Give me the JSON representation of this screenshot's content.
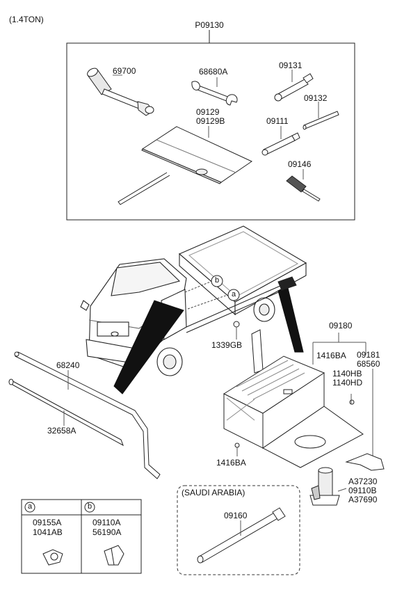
{
  "header": {
    "model": "(1.4TON)"
  },
  "toolkit": {
    "kit_no": "P09130",
    "parts": {
      "handle": "69700",
      "wrench": "68680A",
      "bag_line1": "09129",
      "bag_line2": "09129B",
      "extension": "09131",
      "bar": "09132",
      "rod": "09111",
      "screwdriver": "09146"
    }
  },
  "vehicle": {
    "callout_a": "a",
    "callout_b": "b"
  },
  "tools_loose": {
    "upper_rod": "68240",
    "lower_rod": "32658A"
  },
  "box": {
    "assy": "09180",
    "bolt_top": "1339GB",
    "screw_box": "1416BA",
    "bracket_line1": "09181",
    "bracket_line2": "68560",
    "bolt_line1": "1140HB",
    "bolt_line2": "1140HD",
    "screw_bottom": "1416BA",
    "jack_line1": "A37230",
    "jack_line2": "09110B",
    "jack_line3": "A37690"
  },
  "legend": [
    {
      "letter": "a",
      "line1": "09155A",
      "line2": "1041AB"
    },
    {
      "letter": "b",
      "line1": "09110A",
      "line2": "56190A"
    }
  ],
  "saudi": {
    "title": "(SAUDI ARABIA)",
    "part": "09160"
  }
}
